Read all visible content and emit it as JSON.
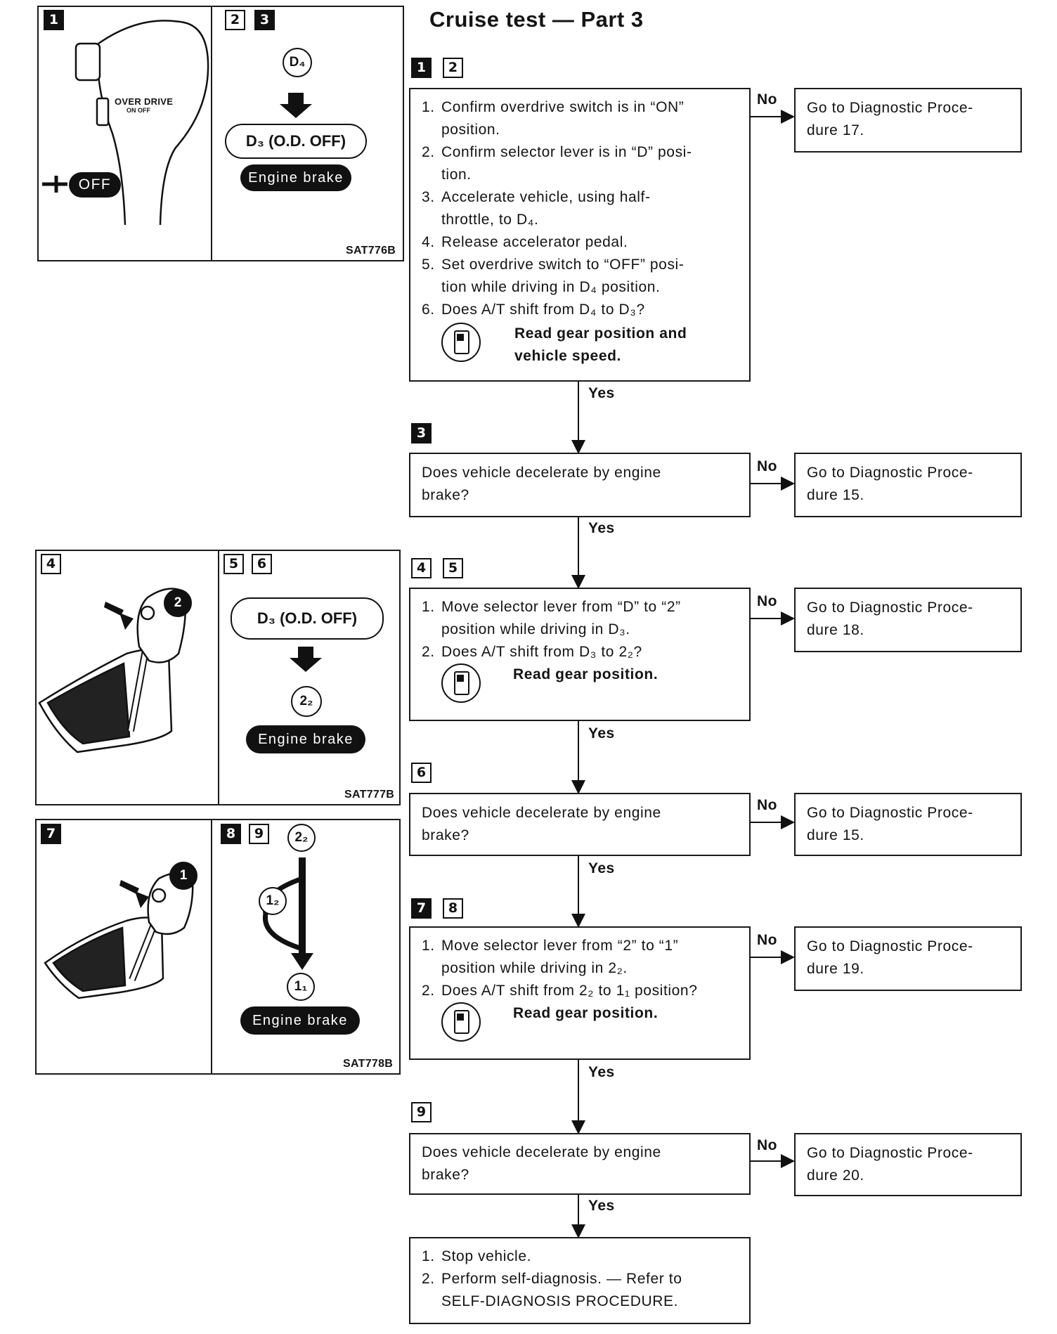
{
  "title": "Cruise test — Part 3",
  "labels": {
    "yes": "Yes",
    "no": "No"
  },
  "steps": {
    "s1": [
      "1. Confirm overdrive switch is in “ON” position.",
      "2. Confirm selector lever is in “D” position.",
      "3. Accelerate vehicle, using half-throttle, to D₄.",
      "4. Release accelerator pedal.",
      "5. Set overdrive switch to “OFF” position while driving in D₄ position.",
      "6. Does A/T shift from D₄ to D₃?"
    ],
    "s1_lines": [
      [
        "1.",
        "Confirm overdrive switch is in “ON”"
      ],
      [
        "",
        "position."
      ],
      [
        "2.",
        "Confirm selector lever is in “D” posi-"
      ],
      [
        "",
        "tion."
      ],
      [
        "3.",
        "Accelerate vehicle, using half-"
      ],
      [
        "",
        "throttle, to D₄."
      ],
      [
        "4.",
        "Release accelerator pedal."
      ],
      [
        "5.",
        "Set overdrive switch to “OFF” posi-"
      ],
      [
        "",
        "tion while driving in D₄ position."
      ],
      [
        "6.",
        "Does A/T shift from D₄ to D₃?"
      ]
    ],
    "s1_note": [
      "Read gear position and",
      "vehicle speed."
    ],
    "s2": [
      "Does vehicle decelerate by engine",
      "brake?"
    ],
    "s3_lines": [
      [
        "1.",
        "Move selector lever from “D” to “2”"
      ],
      [
        "",
        "position while driving in D₃."
      ],
      [
        "2.",
        "Does A/T shift from D₃ to 2₂?"
      ]
    ],
    "s3_note": "Read gear position.",
    "s4": [
      "Does vehicle decelerate by engine",
      "brake?"
    ],
    "s5_lines": [
      [
        "1.",
        "Move selector lever from “2” to “1”"
      ],
      [
        "",
        "position while driving in 2₂."
      ],
      [
        "2.",
        "Does A/T shift from 2₂ to 1₁ position?"
      ]
    ],
    "s5_note": "Read gear position.",
    "s6": [
      "Does vehicle decelerate by engine",
      "brake?"
    ],
    "s7_lines": [
      [
        "1.",
        "Stop vehicle."
      ],
      [
        "2.",
        "Perform self-diagnosis. — Refer to"
      ],
      [
        "",
        "SELF-DIAGNOSIS PROCEDURE."
      ]
    ]
  },
  "outcomes": {
    "o1": [
      "Go to Diagnostic Proce-",
      "dure 17."
    ],
    "o2": [
      "Go to Diagnostic Proce-",
      "dure 15."
    ],
    "o3": [
      "Go to Diagnostic Proce-",
      "dure 18."
    ],
    "o4": [
      "Go to Diagnostic Proce-",
      "dure 15."
    ],
    "o5": [
      "Go to Diagnostic Proce-",
      "dure 19."
    ],
    "o6": [
      "Go to Diagnostic Proce-",
      "dure 20."
    ]
  },
  "markers": {
    "m12": [
      "1",
      "2"
    ],
    "m3": [
      "3"
    ],
    "m45": [
      "4",
      "5"
    ],
    "m6": [
      "6"
    ],
    "m78": [
      "7",
      "8"
    ],
    "m9": [
      "9"
    ]
  },
  "panels": {
    "p1": {
      "n": "1",
      "od_label": "OVER DRIVE",
      "od_sub": "ON  OFF",
      "off": "OFF"
    },
    "p23": {
      "n": [
        "2",
        "3"
      ],
      "d4": "D₄",
      "d3": "D₃ (O.D. OFF)",
      "eb": "Engine brake",
      "code": "SAT776B"
    },
    "p4": {
      "n": "4",
      "pos": "2"
    },
    "p56": {
      "n": [
        "5",
        "6"
      ],
      "d3": "D₃ (O.D. OFF)",
      "g22": "2₂",
      "eb": "Engine brake",
      "code": "SAT777B"
    },
    "p7": {
      "n": "7",
      "pos": "1"
    },
    "p89": {
      "n": [
        "8",
        "9"
      ],
      "g22": "2₂",
      "g12": "1₂",
      "g11": "1₁",
      "eb": "Engine brake",
      "code": "SAT778B"
    }
  },
  "colors": {
    "ink": "#141414",
    "paper": "#ffffff"
  }
}
